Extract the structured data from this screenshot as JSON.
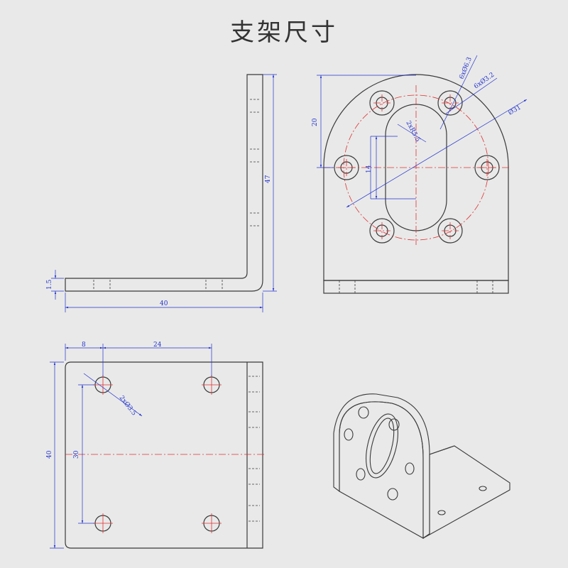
{
  "title": "支架尺寸",
  "colors": {
    "background": "#e9e9e9",
    "part_line": "#3a3a3a",
    "dimension": "#2233cc",
    "centerline": "#e03030"
  },
  "side_view": {
    "dims": {
      "height": "47",
      "width": "40",
      "thickness": "1.5"
    }
  },
  "front_view": {
    "dims": {
      "top_height": "20",
      "bolt_hole": "6xØ6.3",
      "bolt_thru": "6xØ3.2",
      "pcd": "Ø31",
      "slot_radius": "2xR5.5",
      "slot_length": "14"
    }
  },
  "bottom_view": {
    "dims": {
      "edge_offset": "8",
      "hole_spacing_x": "24",
      "hole_dia": "2xØ3.5",
      "hole_spacing_y": "30",
      "plate_depth": "40"
    }
  },
  "iso_view": {
    "label": ""
  }
}
